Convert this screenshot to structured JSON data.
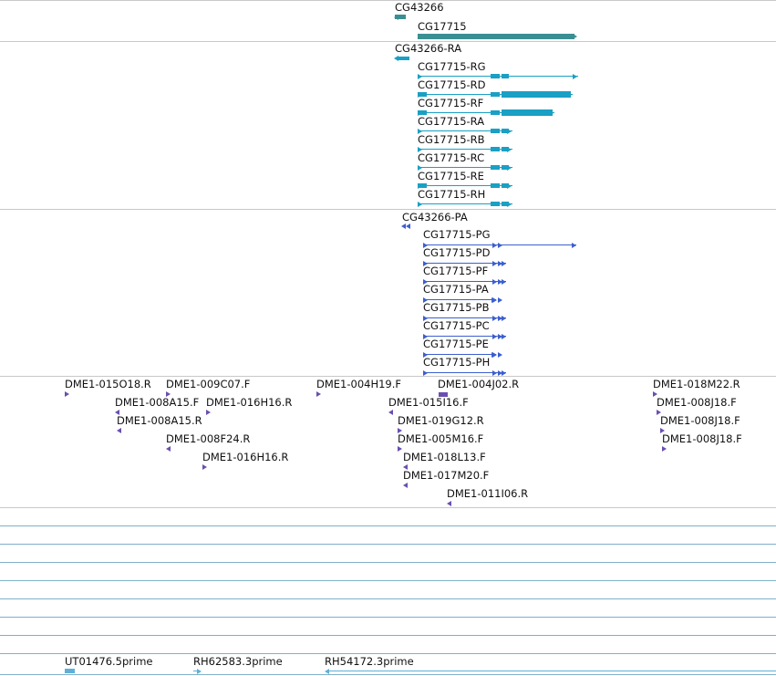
{
  "tracks": {
    "genes": {
      "labels": [
        "CG43266",
        "CG17715"
      ],
      "colors": {
        "feature": "#3a8f93"
      }
    },
    "transcripts_rna": {
      "labels": [
        "CG43266-RA",
        "CG17715-RG",
        "CG17715-RD",
        "CG17715-RF",
        "CG17715-RA",
        "CG17715-RB",
        "CG17715-RC",
        "CG17715-RE",
        "CG17715-RH"
      ],
      "colors": {
        "feature": "#1aa0c4"
      }
    },
    "transcripts_protein": {
      "labels": [
        "CG43266-PA",
        "CG17715-PG",
        "CG17715-PD",
        "CG17715-PF",
        "CG17715-PA",
        "CG17715-PB",
        "CG17715-PC",
        "CG17715-PE",
        "CG17715-PH"
      ],
      "colors": {
        "feature": "#3c5fcf"
      }
    },
    "clones": {
      "labels": [
        "DME1-015O18.R",
        "DME1-009C07.F",
        "DME1-004H19.F",
        "DME1-004J02.R",
        "DME1-018M22.R",
        "DME1-008A15.F",
        "DME1-016H16.R",
        "DME1-015I16.F",
        "DME1-008J18.F",
        "DME1-008A15.R",
        "DME1-019G12.R",
        "DME1-008J18.F",
        "DME1-008F24.R",
        "DME1-005M16.F",
        "DME1-008J18.F",
        "DME1-016H16.R",
        "DME1-018L13.F",
        "DME1-017M20.F",
        "DME1-011I06.R"
      ],
      "colors": {
        "feature": "#6a4fb0"
      }
    },
    "ests": {
      "labels": [
        "UT01476.5prime",
        "RH62583.3prime",
        "RH54172.3prime"
      ],
      "colors": {
        "feature": "#5fb0d8",
        "line": "#7fb0c8"
      }
    }
  },
  "colors": {
    "separator": "#c8c8c8",
    "background": "#ffffff"
  }
}
